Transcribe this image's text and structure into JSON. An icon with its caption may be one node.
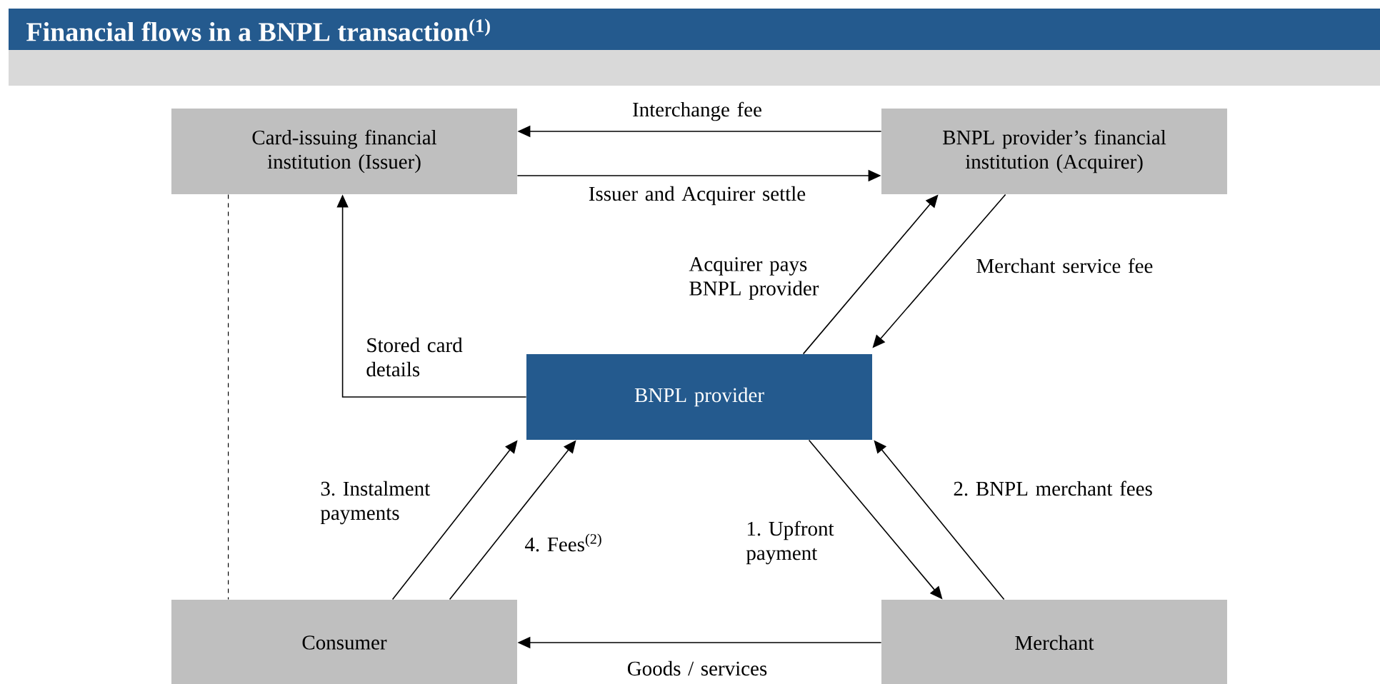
{
  "diagram": {
    "title": "Financial flows in a BNPL transaction$^{(1)}$",
    "nodes": [
      {
        "text": [
          "Card-issuing financial institution (Issuer)"
        ]
      },
      {
        "text": [
          "BNPL provider’s financial institution (Acquirer)"
        ]
      },
      {
        "text": [
          "BNPL provider"
        ]
      },
      {
        "text": [
          "Consumer"
        ]
      },
      {
        "text": [
          "Merchant"
        ]
      }
    ],
    "edges": [
      {
        "from": 1,
        "to": 0,
        "arrow": "to",
        "label": "Interchange fee"
      },
      {
        "from": 0,
        "to": 1,
        "arrow": "to",
        "label": "Issuer and Acquirer settle"
      },
      {
        "from": 2,
        "to": 1,
        "arrow": "to",
        "label": "Acquirer pays BNPL provider"
      },
      {
        "from": 1,
        "to": 2,
        "arrow": "to",
        "label": "Merchant service fee"
      },
      {
        "from": 2,
        "to": 0,
        "arrow": "to",
        "label": "Stored card details"
      },
      {
        "from": 3,
        "to": 2,
        "arrow": "to",
        "label": "3. Instalment payments"
      },
      {
        "from": 3,
        "to": 2,
        "arrow": "to",
        "label": "4. Fees$^{(2)}$"
      },
      {
        "from": 2,
        "to": 4,
        "arrow": "to",
        "label": "1. Upfront payment"
      },
      {
        "from": 4,
        "to": 2,
        "arrow": "to",
        "label": "2. BNPL merchant fees"
      },
      {
        "from": 4,
        "to": 3,
        "arrow": "to",
        "label": "Goods / services"
      },
      {
        "from": 0,
        "to": 3,
        "arrow": "none",
        "style": "dashed"
      }
    ]
  }
}
